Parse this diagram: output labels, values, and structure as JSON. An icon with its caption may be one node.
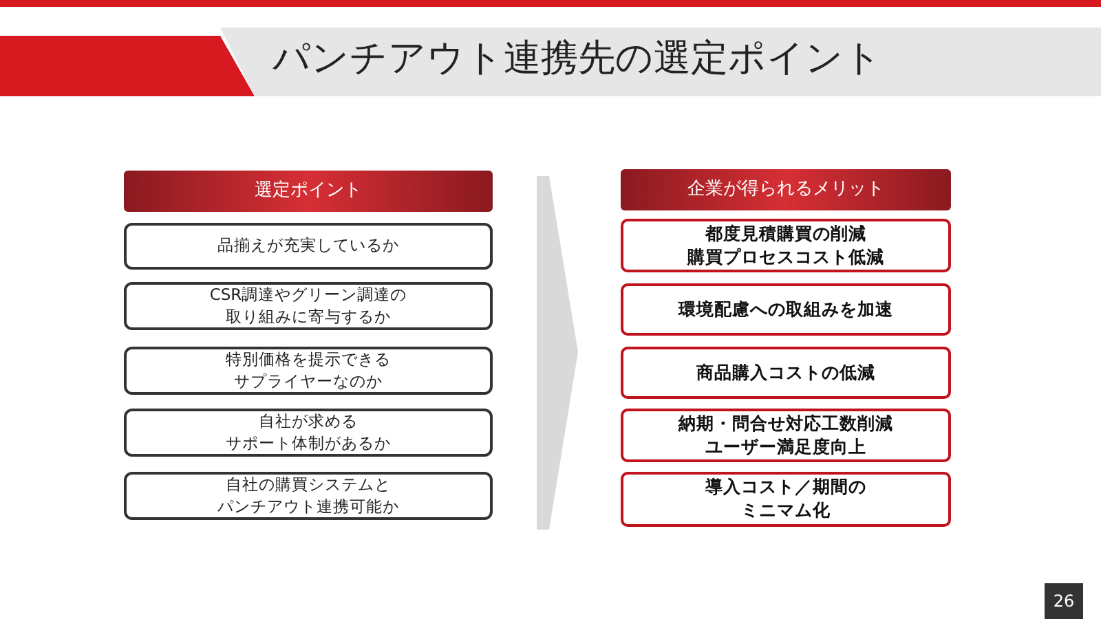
{
  "diagram": {
    "title": "パンチアウト連携先の選定ポイント",
    "nodes": [
      {
        "text": [
          "選定ポイント"
        ]
      },
      {
        "text": [
          "品揃えが充実しているか"
        ]
      },
      {
        "text": [
          "CSR調達やグリーン調達の取り組みに寄与するか"
        ]
      },
      {
        "text": [
          "特別価格を提示できるサプライヤーなのか"
        ]
      },
      {
        "text": [
          "自社が求めるサポート体制があるか"
        ]
      },
      {
        "text": [
          "自社の購買システムとパンチアウト連携可能か"
        ]
      },
      {
        "text": [
          "企業が得られるメリット"
        ]
      },
      {
        "text": [
          "都度見積購買の削減購買プロセスコスト低減"
        ]
      },
      {
        "text": [
          "環境配慮への取組みを加速"
        ]
      },
      {
        "text": [
          "商品購入コストの低減"
        ]
      },
      {
        "text": [
          "納期・問合せ対応工数削減ユーザー満足度向上"
        ]
      },
      {
        "text": [
          "導入コスト／期間のミニマム化"
        ]
      }
    ],
    "labels": [
      "26"
    ]
  }
}
